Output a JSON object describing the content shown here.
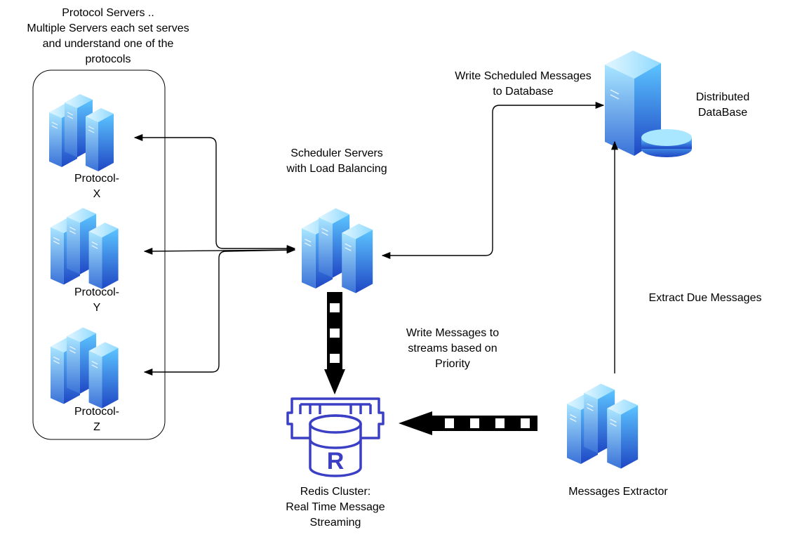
{
  "diagram": {
    "protocol_group_title": "Protocol Servers ..\nMultiple Servers each set serves\nand understand one of the\nprotocols",
    "protocols": [
      {
        "label": "Protocol-\nX"
      },
      {
        "label": "Protocol-\nY"
      },
      {
        "label": "Protocol-\nZ"
      }
    ],
    "scheduler_label": "Scheduler Servers\nwith Load Balancing",
    "database_label": "Distributed\nDataBase",
    "write_db_label": "Write Scheduled Messages\nto Database",
    "extract_label": "Extract Due Messages",
    "write_streams_label": "Write Messages to\nstreams based on\nPriority",
    "redis_label": "Redis Cluster:\nReal Time Message\nStreaming",
    "extractor_label": "Messages Extractor",
    "colors": {
      "server_light": "#7fd6ff",
      "server_mid": "#2fa3ff",
      "server_dark": "#1a4fc9",
      "redis_stroke": "#3b3fc4",
      "line": "#000000"
    }
  }
}
